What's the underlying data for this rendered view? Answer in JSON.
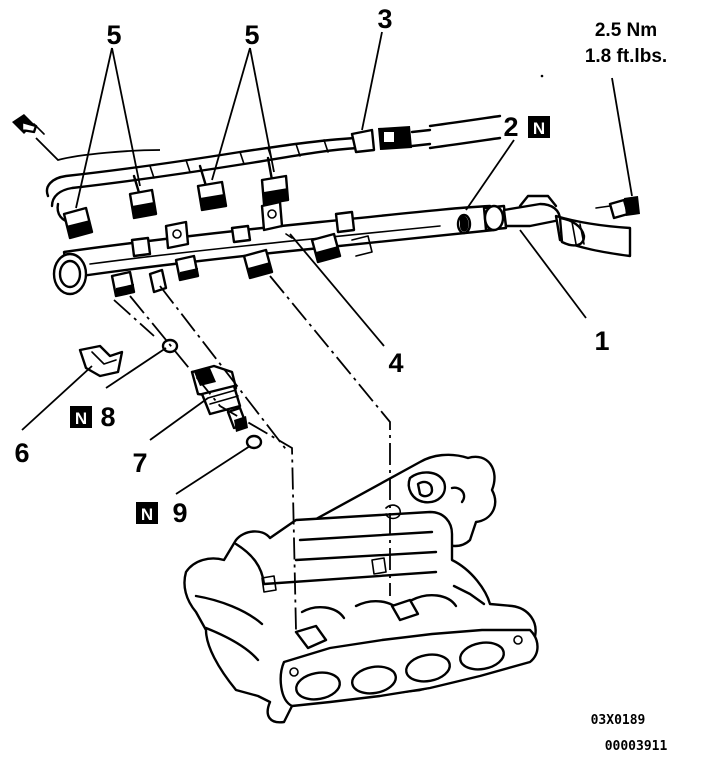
{
  "callouts": {
    "fuel_return_hose": "1",
    "o_ring": "2",
    "harness_connector": "3",
    "fuel_rail": "4",
    "injector_connectors_left": "5",
    "injector_connectors_right": "5",
    "insulator": "6",
    "injector": "7",
    "grommet": "8",
    "o_ring_lower": "9"
  },
  "badges": {
    "replace_symbol": "N"
  },
  "torque": {
    "metric": "2.5 Nm",
    "imperial": "1.8 ft.lbs."
  },
  "figure_codes": {
    "drawing_code": "03X0189",
    "reference_number": "00003911"
  },
  "colors": {
    "ink": "#000000",
    "paper": "#ffffff"
  }
}
